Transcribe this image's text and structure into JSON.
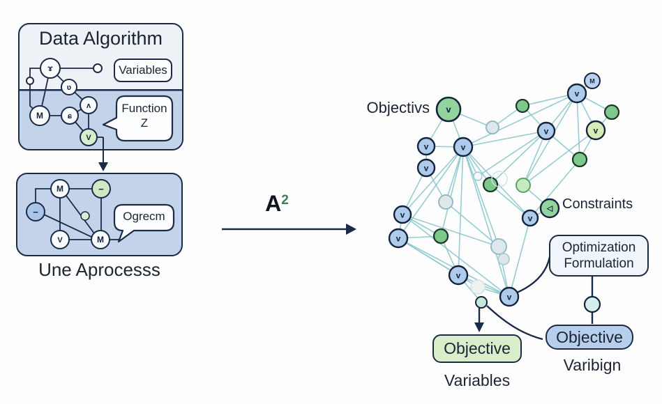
{
  "left_panel": {
    "top_box": {
      "title": "Data Algorithm",
      "variables_label": "Variables",
      "function_bubble": {
        "line1": "Function",
        "line2": "Z"
      },
      "node_glyphs": [
        "ɤ",
        "ʋ",
        "ʌ",
        "M",
        "ɕ",
        "V"
      ]
    },
    "bottom_box": {
      "caption": "Une Aprocesss",
      "bubble_label": "Ogrecm",
      "node_glyphs": [
        "M",
        "−",
        "−",
        "V",
        "M"
      ]
    }
  },
  "transform_arrow": {
    "label": "A",
    "superscript": "2"
  },
  "network": {
    "objectives_label": "Objectivs",
    "constraints_label": "Constraints",
    "v_glyph": "v",
    "m_glyph": "M",
    "constraint_glyph": "◁"
  },
  "callouts": {
    "optimization_formulation": {
      "line1": "Optimization",
      "line2": "Formulation"
    },
    "objective_green_label": "Objective",
    "objective_blue_label": "Objective",
    "variables_caption": "Variables",
    "varibign_caption": "Varibign"
  },
  "colors": {
    "panel_blue": "#c3d3e9",
    "panel_light": "#eef2f7",
    "outline_navy": "#1b2a47",
    "edge_teal": "#8bc7cd",
    "node_blue": "#aecbec",
    "node_green": "#7dc98c",
    "node_big_green": "#93d49e",
    "superscript_green": "#3d7c52",
    "objective_green_fill": "#d9edca",
    "objective_blue_fill": "#b6cfec"
  }
}
